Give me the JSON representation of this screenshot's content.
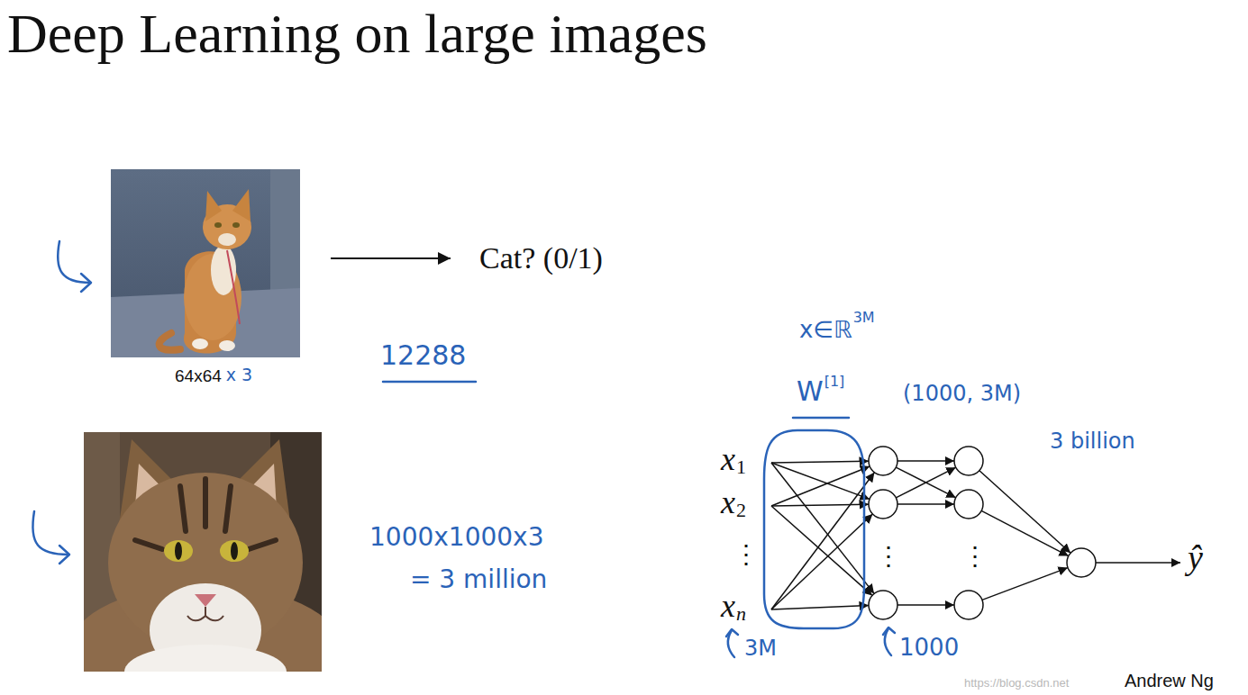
{
  "diagram": {
    "title": "Deep Learning on large images",
    "labels": [
      "64x64",
      "x 3",
      "Cat? (0/1)",
      "12288",
      "1000x1000x3",
      "= 3 million",
      "x∈ℝ",
      "3M",
      "W",
      "[1]",
      "(1000, 3M)",
      "3 billion",
      "x",
      "1",
      "x",
      "2",
      "⋮",
      "x",
      "n",
      "⋮",
      "⋮",
      "ŷ",
      "3M",
      "1000",
      "Andrew Ng",
      "https://blog.csdn.net"
    ]
  }
}
